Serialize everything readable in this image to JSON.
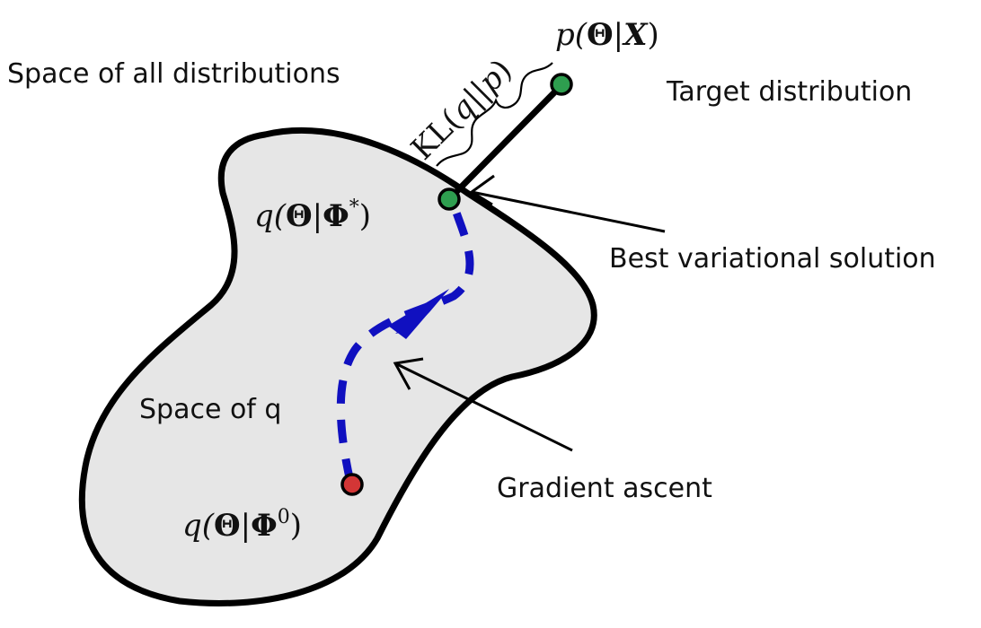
{
  "labels": {
    "space_all": "Space of all distributions",
    "target": "Target distribution",
    "best": "Best variational solution",
    "space_q": "Space of q",
    "gradient": "Gradient ascent"
  },
  "math": {
    "p_posterior": {
      "fn": "p(",
      "theta": "Θ",
      "bar": "|",
      "x": "X",
      "close": ")"
    },
    "q_star": {
      "fn": "q(",
      "theta": "Θ",
      "bar": "|",
      "phi": "Φ",
      "sup": "*",
      "close": ")"
    },
    "q_zero": {
      "fn": "q(",
      "theta": "Θ",
      "bar": "|",
      "phi": "Φ",
      "sup": "0",
      "close": ")"
    },
    "kl": {
      "kl": "KL",
      "open": "(",
      "q": "q",
      "sep": "||",
      "p": "p",
      "close": ")"
    }
  },
  "colors": {
    "region_fill": "#e6e6e6",
    "outline": "#000000",
    "path_blue": "#1010c0",
    "point_green": "#2e9e4f",
    "point_red": "#d33636"
  }
}
